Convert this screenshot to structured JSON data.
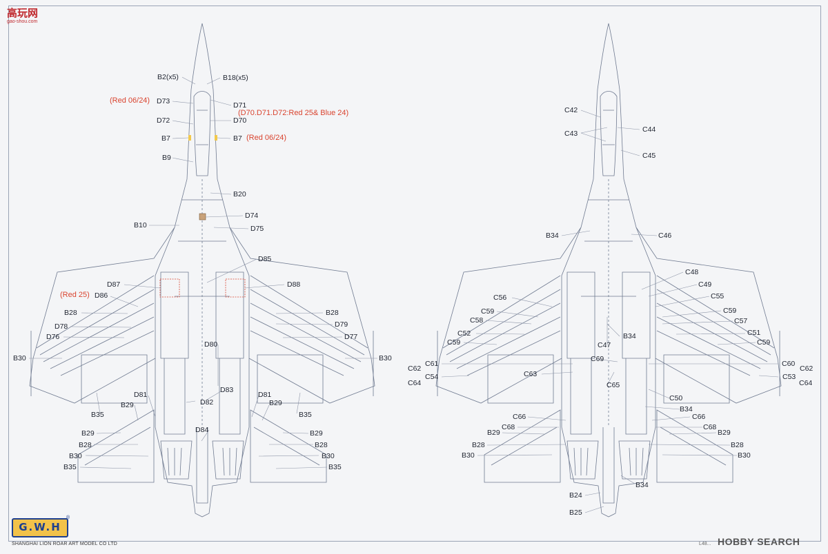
{
  "watermark": {
    "site_name": "高玩网",
    "site_url": "gao-shou.com"
  },
  "brand": {
    "logo": "G.W.H",
    "reg": "®",
    "company": "SHANGHAI LION ROAR ART MODEL CO LTD",
    "code": "L48...",
    "search_brand": "HOBBY SEARCH"
  },
  "callouts_left": [
    {
      "text": "B2(x5)",
      "red": false
    },
    {
      "text": "B18(x5)",
      "red": false
    },
    {
      "text": "(Red 06/24)",
      "red": true
    },
    {
      "text": "D73",
      "red": false
    },
    {
      "text": "D71",
      "red": false
    },
    {
      "text": "(D70.D71.D72:Red 25& Blue 24)",
      "red": true
    },
    {
      "text": "D72",
      "red": false
    },
    {
      "text": "D70",
      "red": false
    },
    {
      "text": "B7",
      "red": false
    },
    {
      "text": "B7",
      "red": false
    },
    {
      "text": "(Red 06/24)",
      "red": true
    },
    {
      "text": "B9",
      "red": false
    },
    {
      "text": "B20",
      "red": false
    },
    {
      "text": "B10",
      "red": false
    },
    {
      "text": "D74",
      "red": false
    },
    {
      "text": "D75",
      "red": false
    },
    {
      "text": "D85",
      "red": false
    },
    {
      "text": "D87",
      "red": false
    },
    {
      "text": "D88",
      "red": false
    },
    {
      "text": "(Red 25)",
      "red": true
    },
    {
      "text": "D86",
      "red": false
    },
    {
      "text": "B28",
      "red": false
    },
    {
      "text": "B28",
      "red": false
    },
    {
      "text": "D78",
      "red": false
    },
    {
      "text": "D79",
      "red": false
    },
    {
      "text": "D76",
      "red": false
    },
    {
      "text": "D77",
      "red": false
    },
    {
      "text": "D80",
      "red": false
    },
    {
      "text": "B30",
      "red": false
    },
    {
      "text": "B30",
      "red": false
    },
    {
      "text": "D83",
      "red": false
    },
    {
      "text": "D81",
      "red": false
    },
    {
      "text": "D81",
      "red": false
    },
    {
      "text": "B29",
      "red": false
    },
    {
      "text": "D82",
      "red": false
    },
    {
      "text": "B29",
      "red": false
    },
    {
      "text": "B35",
      "red": false
    },
    {
      "text": "B35",
      "red": false
    },
    {
      "text": "D84",
      "red": false
    },
    {
      "text": "B29",
      "red": false
    },
    {
      "text": "B29",
      "red": false
    },
    {
      "text": "B28",
      "red": false
    },
    {
      "text": "B28",
      "red": false
    },
    {
      "text": "B30",
      "red": false
    },
    {
      "text": "B30",
      "red": false
    },
    {
      "text": "B35",
      "red": false
    },
    {
      "text": "B35",
      "red": false
    }
  ],
  "callouts_right": [
    {
      "text": "C42"
    },
    {
      "text": "C44"
    },
    {
      "text": "C43"
    },
    {
      "text": "C45"
    },
    {
      "text": "B34"
    },
    {
      "text": "C46"
    },
    {
      "text": "C48"
    },
    {
      "text": "C49"
    },
    {
      "text": "C56"
    },
    {
      "text": "C55"
    },
    {
      "text": "C59"
    },
    {
      "text": "C59"
    },
    {
      "text": "C58"
    },
    {
      "text": "C57"
    },
    {
      "text": "C52"
    },
    {
      "text": "C51"
    },
    {
      "text": "B34"
    },
    {
      "text": "C59"
    },
    {
      "text": "C59"
    },
    {
      "text": "C47"
    },
    {
      "text": "C69"
    },
    {
      "text": "C62"
    },
    {
      "text": "C61"
    },
    {
      "text": "C60"
    },
    {
      "text": "C62"
    },
    {
      "text": "C54"
    },
    {
      "text": "C63"
    },
    {
      "text": "C53"
    },
    {
      "text": "C64"
    },
    {
      "text": "C65"
    },
    {
      "text": "C64"
    },
    {
      "text": "C50"
    },
    {
      "text": "B34"
    },
    {
      "text": "C66"
    },
    {
      "text": "C66"
    },
    {
      "text": "C68"
    },
    {
      "text": "C68"
    },
    {
      "text": "B29"
    },
    {
      "text": "B29"
    },
    {
      "text": "B28"
    },
    {
      "text": "B28"
    },
    {
      "text": "B30"
    },
    {
      "text": "B30"
    },
    {
      "text": "B34"
    },
    {
      "text": "B24"
    },
    {
      "text": "B25"
    }
  ]
}
